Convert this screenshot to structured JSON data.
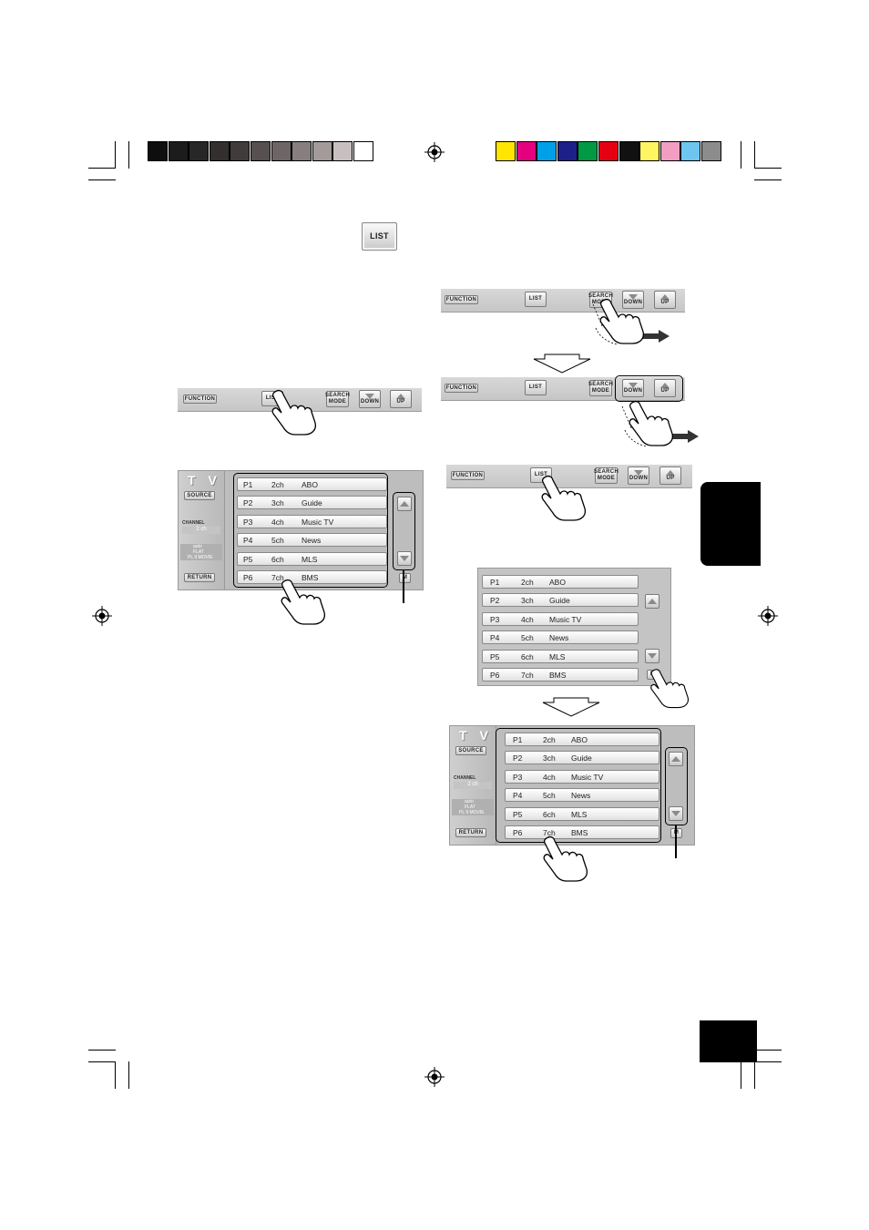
{
  "colors": {
    "gray_bars": [
      "#0e0e0e",
      "#1c1c1c",
      "#272727",
      "#332f2f",
      "#423b3b",
      "#575050",
      "#6e6666",
      "#877f7f",
      "#a39a9a",
      "#c8c0c0",
      "#ffffff"
    ],
    "color_bars": [
      "#ffe500",
      "#e4007f",
      "#00a0e9",
      "#1d2088",
      "#009944",
      "#e60012",
      "#111111",
      "#fff462",
      "#f19ec2",
      "#6ec5f0",
      "#8c8c8c"
    ]
  },
  "list_button_label": "LIST",
  "control_bar": {
    "function": "FUNCTION",
    "list": "LIST",
    "search_mode_1": "SEARCH",
    "search_mode_2": "MODE",
    "down": "DOWN",
    "up": "UP"
  },
  "tv_panel": {
    "logo": "T V",
    "source": "SOURCE",
    "channel_label": "CHANNEL",
    "channel_value": "2 ch",
    "status_1": "auto",
    "status_2": "FLAT",
    "status_3": "PL II MOVIE",
    "return": "RETURN",
    "m_button": "M"
  },
  "channel_list": [
    {
      "preset": "P1",
      "ch": "2ch",
      "name": "ABO"
    },
    {
      "preset": "P2",
      "ch": "3ch",
      "name": "Guide"
    },
    {
      "preset": "P3",
      "ch": "4ch",
      "name": "Music TV"
    },
    {
      "preset": "P4",
      "ch": "5ch",
      "name": "News"
    },
    {
      "preset": "P5",
      "ch": "6ch",
      "name": "MLS"
    },
    {
      "preset": "P6",
      "ch": "7ch",
      "name": "BMS"
    }
  ]
}
